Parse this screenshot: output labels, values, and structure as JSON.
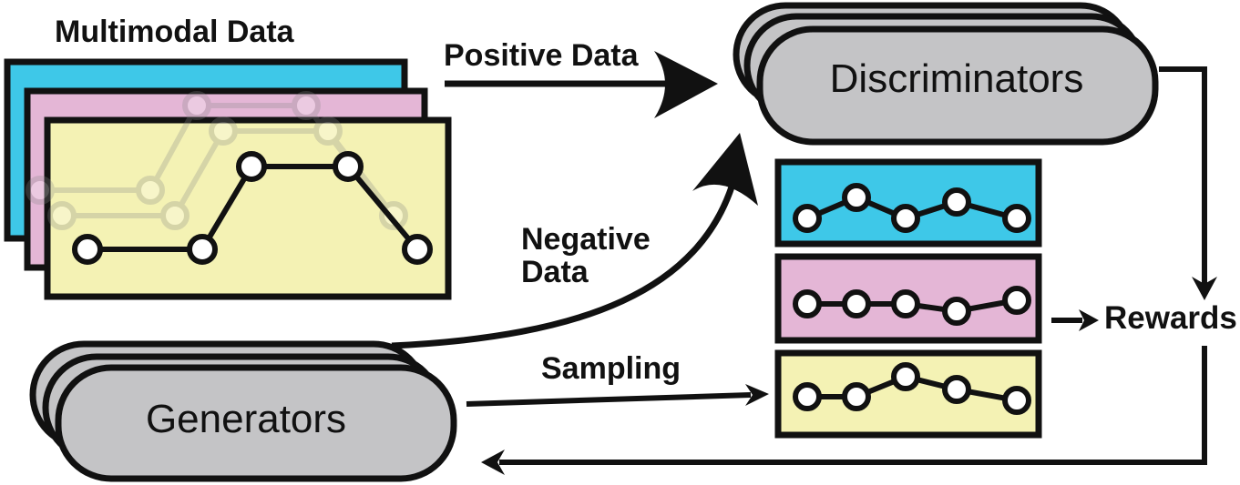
{
  "labels": {
    "multimodal_data": "Multimodal Data",
    "positive_data": "Positive Data",
    "negative_line1": "Negative",
    "negative_line2": "Data",
    "sampling": "Sampling",
    "rewards": "Rewards",
    "discriminators": "Discriminators",
    "generators": "Generators"
  },
  "colors": {
    "cyan": "#3ec8e8",
    "pink": "#e4b6d6",
    "yellow": "#f4f2b4",
    "gray": "#c4c4c6",
    "stroke": "#111111"
  }
}
